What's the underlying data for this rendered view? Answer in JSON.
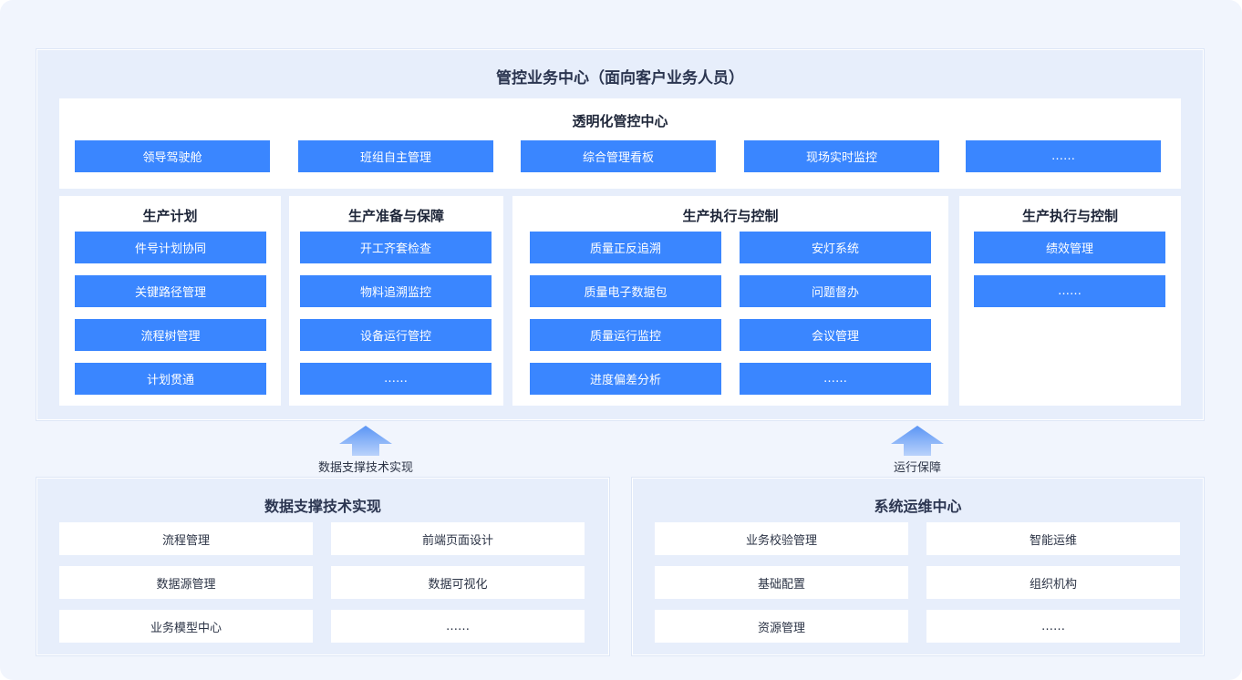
{
  "top": {
    "title": "管控业务中心（面向客户业务人员）",
    "transparency": {
      "title": "透明化管控中心",
      "items": [
        "领导驾驶舱",
        "班组自主管理",
        "综合管理看板",
        "现场实时监控",
        "……"
      ]
    },
    "plan": {
      "title": "生产计划",
      "items": [
        "件号计划协同",
        "关键路径管理",
        "流程树管理",
        "计划贯通"
      ]
    },
    "prep": {
      "title": "生产准备与保障",
      "items": [
        "开工齐套检查",
        "物料追溯监控",
        "设备运行管控",
        "……"
      ]
    },
    "exec": {
      "title": "生产执行与控制",
      "left": [
        "质量正反追溯",
        "质量电子数据包",
        "质量运行监控",
        "进度偏差分析"
      ],
      "right": [
        "安灯系统",
        "问题督办",
        "会议管理",
        "……"
      ]
    },
    "exec2": {
      "title": "生产执行与控制",
      "items": [
        "绩效管理",
        "……"
      ]
    }
  },
  "arrows": {
    "left_label": "数据支撑技术实现",
    "right_label": "运行保障",
    "color": "#6fa3f7"
  },
  "bottom_left": {
    "title": "数据支撑技术实现",
    "items": [
      "流程管理",
      "前端页面设计",
      "数据源管理",
      "数据可视化",
      "业务模型中心",
      "……"
    ]
  },
  "bottom_right": {
    "title": "系统运维中心",
    "items": [
      "业务校验管理",
      "智能运维",
      "基础配置",
      "组织机构",
      "资源管理",
      "……"
    ]
  }
}
